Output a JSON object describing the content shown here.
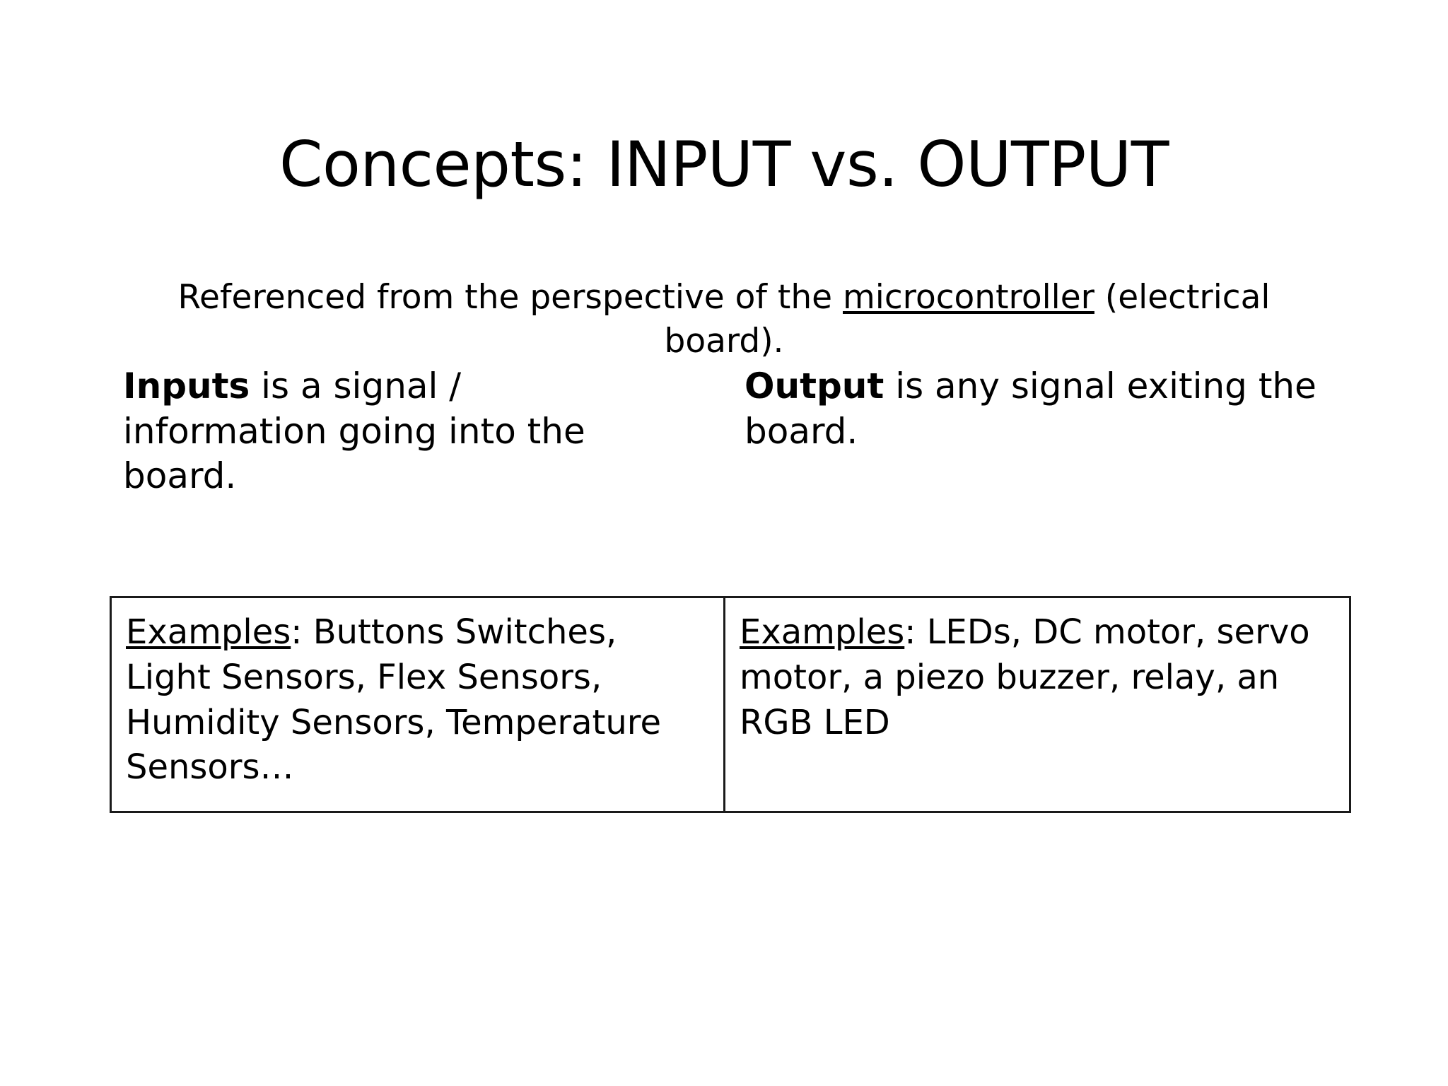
{
  "slide": {
    "title": "Concepts: INPUT vs. OUTPUT",
    "subtitle": {
      "before": "Referenced from the perspective of the ",
      "underlined": "microcontroller",
      "after": " (electrical board)."
    },
    "columns": [
      {
        "lead": "Inputs",
        "text": " is a signal / information going into the board."
      },
      {
        "lead": "Output",
        "text": " is any signal exiting the board."
      }
    ],
    "table": {
      "cells": [
        {
          "label": "Examples",
          "separator": ": ",
          "text": "Buttons Switches, Light Sensors, Flex Sensors, Humidity Sensors, Temperature Sensors…"
        },
        {
          "label": "Examples",
          "separator": ": ",
          "text": "LEDs, DC motor, servo motor, a piezo buzzer, relay, an RGB LED"
        }
      ]
    },
    "colors": {
      "background": "#ffffff",
      "text": "#000000",
      "table_border": "#1a1a1a"
    }
  }
}
